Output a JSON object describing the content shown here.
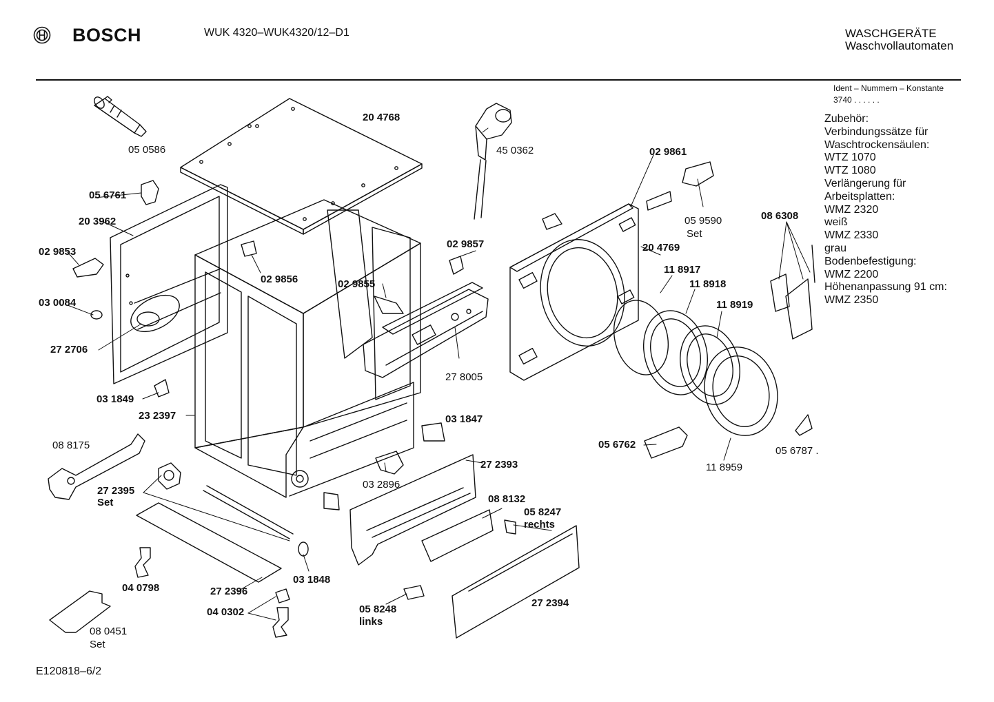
{
  "header": {
    "brand": "BOSCH",
    "model": "WUK 4320–WUK4320/12–D1",
    "category_line1": "WASCHGERÄTE",
    "category_line2": "Waschvollautomaten"
  },
  "ident": {
    "line1": "Ident – Nummern – Konstante",
    "line2": "3740 . . . . . ."
  },
  "accessories": [
    "Zubehör:",
    "Verbindungssätze für",
    "Waschtrockensäulen:",
    "WTZ 1070",
    "WTZ 1080",
    "Verlängerung für",
    "Arbeitsplatten:",
    "WMZ 2320",
    "weiß",
    "WMZ 2330",
    "grau",
    "Bodenbefestigung:",
    "WMZ 2200",
    "Höhenanpassung 91 cm:",
    "WMZ 2350"
  ],
  "footer": "E120818–6/2",
  "parts": [
    {
      "id": "p204768",
      "text": "20 4768"
    },
    {
      "id": "p050586",
      "text": "05 0586"
    },
    {
      "id": "p450362",
      "text": "45 0362"
    },
    {
      "id": "p029861",
      "text": "02 9861"
    },
    {
      "id": "p056761",
      "text": "05 6761"
    },
    {
      "id": "p059590",
      "text": "05 9590"
    },
    {
      "id": "p059590set",
      "text": "Set"
    },
    {
      "id": "p203962",
      "text": "20 3962"
    },
    {
      "id": "p086308",
      "text": "08 6308"
    },
    {
      "id": "p029853",
      "text": "02 9853"
    },
    {
      "id": "p029857",
      "text": "02 9857"
    },
    {
      "id": "p204769",
      "text": "20 4769"
    },
    {
      "id": "p029856",
      "text": "02 9856"
    },
    {
      "id": "p029855",
      "text": "02 9855"
    },
    {
      "id": "p118917",
      "text": "11 8917"
    },
    {
      "id": "p118918",
      "text": "11 8918"
    },
    {
      "id": "p030084",
      "text": "03 0084"
    },
    {
      "id": "p118919",
      "text": "11 8919"
    },
    {
      "id": "p272706",
      "text": "27 2706"
    },
    {
      "id": "p278005",
      "text": "27 8005"
    },
    {
      "id": "p031849",
      "text": "03 1849"
    },
    {
      "id": "p232397",
      "text": "23 2397"
    },
    {
      "id": "p031847",
      "text": "03 1847"
    },
    {
      "id": "p088175",
      "text": "08 8175"
    },
    {
      "id": "p056762",
      "text": "05 6762"
    },
    {
      "id": "p056787",
      "text": "05 6787 ."
    },
    {
      "id": "p272393",
      "text": "27 2393"
    },
    {
      "id": "p118959",
      "text": "11 8959"
    },
    {
      "id": "p032896",
      "text": "03 2896"
    },
    {
      "id": "p272395",
      "text": "27 2395"
    },
    {
      "id": "p272395set",
      "text": "Set"
    },
    {
      "id": "p088132",
      "text": "08 8132"
    },
    {
      "id": "p058247",
      "text": "05 8247"
    },
    {
      "id": "p058247r",
      "text": "rechts"
    },
    {
      "id": "p031848",
      "text": "03 1848"
    },
    {
      "id": "p040798",
      "text": "04 0798"
    },
    {
      "id": "p272396",
      "text": "27 2396"
    },
    {
      "id": "p272394",
      "text": "27 2394"
    },
    {
      "id": "p040302",
      "text": "04 0302"
    },
    {
      "id": "p058248",
      "text": "05 8248"
    },
    {
      "id": "p058248l",
      "text": "links"
    },
    {
      "id": "p080451",
      "text": "08 0451"
    },
    {
      "id": "p080451set",
      "text": "Set"
    }
  ]
}
